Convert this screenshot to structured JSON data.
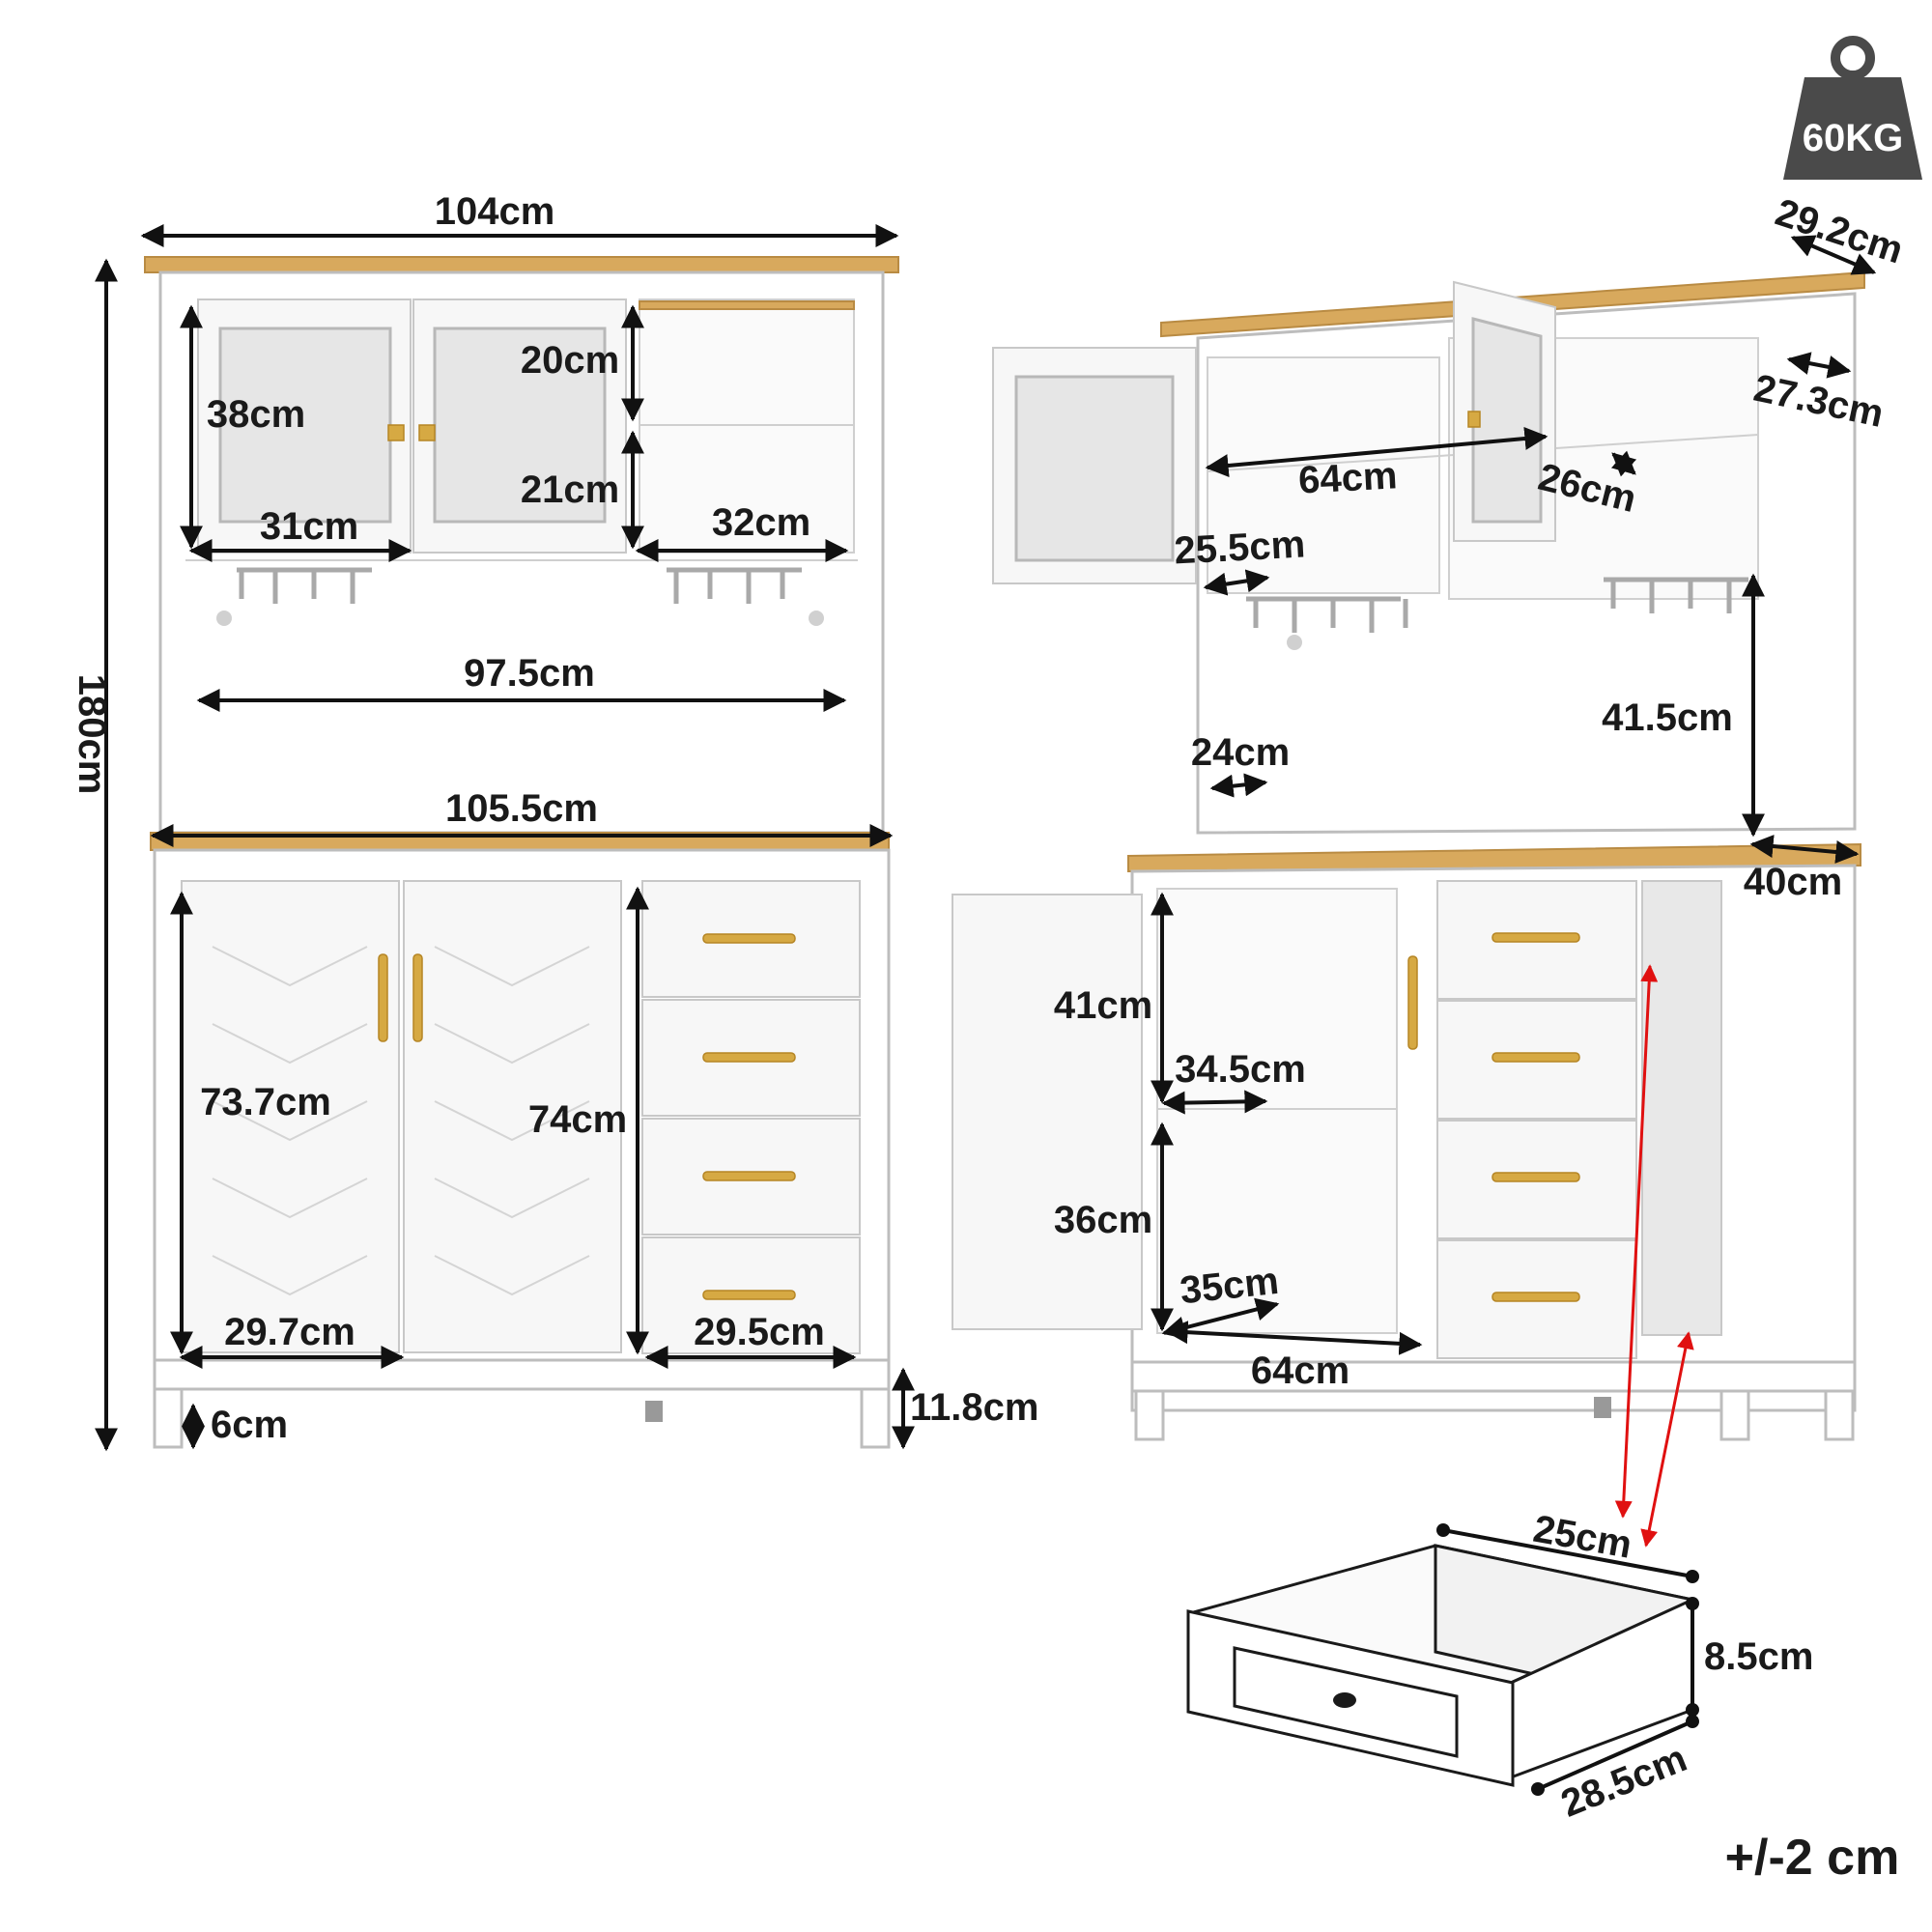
{
  "weight_badge": {
    "label": "60KG",
    "icon": "weight-icon"
  },
  "tolerance": "+/-2 cm",
  "front_view": {
    "overall_width": "104cm",
    "overall_height": "180cm",
    "upper_door_height": "38cm",
    "upper_door_width": "31cm",
    "right_shelf_top": "20cm",
    "right_shelf_bottom": "21cm",
    "right_shelf_width": "32cm",
    "open_shelf_width": "97.5cm",
    "countertop_width": "105.5cm",
    "lower_door_height": "73.7cm",
    "lower_door_width": "29.7cm",
    "drawer_stack_height": "74cm",
    "drawer_width": "29.5cm",
    "leg_height": "6cm",
    "base_height": "11.8cm"
  },
  "side_view": {
    "top_depth": "29.2cm",
    "upper_depth": "27.3cm",
    "upper_inner_width": "64cm",
    "upper_shelf_depth": "26cm",
    "glass_shelf_depth": "25.5cm",
    "open_shelf_height": "41.5cm",
    "open_shelf_depth": "24cm",
    "base_depth": "40cm",
    "cabinet_upper_height": "41cm",
    "cabinet_shelf_depth": "34.5cm",
    "cabinet_lower_height": "36cm",
    "cabinet_floor_depth": "35cm",
    "cabinet_inner_width": "64cm"
  },
  "drawer_detail": {
    "width": "25cm",
    "height": "8.5cm",
    "depth": "28.5cm"
  }
}
